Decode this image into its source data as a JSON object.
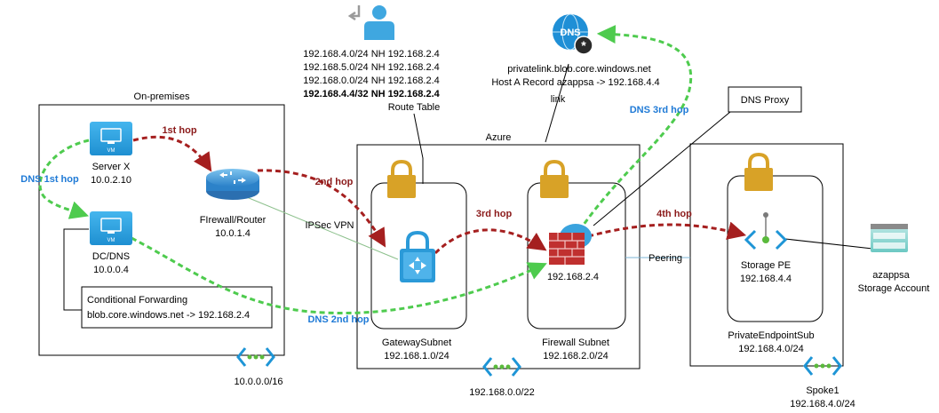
{
  "routes": {
    "r1": "192.168.4.0/24 NH 192.168.2.4",
    "r2": "192.168.5.0/24 NH 192.168.2.4",
    "r3": "192.168.0.0/24 NH 192.168.2.4",
    "r4": "192.168.4.4/32 NH 192.168.2.4",
    "caption": "Route Table"
  },
  "dns_zone": {
    "name": "privatelink.blob.core.windows.net",
    "record": "Host A Record azappsa -> 192.168.4.4",
    "link": "link",
    "icon_text": "DNS"
  },
  "dns_proxy": "DNS Proxy",
  "onprem": {
    "title": "On-premises",
    "server_name": "Server X",
    "server_ip": "10.0.2.10",
    "dc_name": "DC/DNS",
    "dc_ip": "10.0.0.4",
    "fw_name": "FIrewall/Router",
    "fw_ip": "10.0.1.4",
    "cf_title": "Conditional Forwarding",
    "cf_rule": "blob.core.windows.net -> 192.168.2.4",
    "vnet": "10.0.0.0/16",
    "vm_label": "VM"
  },
  "azure": {
    "title": "Azure",
    "gw_name": "GatewaySubnet",
    "gw_cidr": "192.168.1.0/24",
    "fw_name": "Firewall Subnet",
    "fw_cidr": "192.168.2.0/24",
    "fw_ip": "192.168.2.4",
    "vnet": "192.168.0.0/22"
  },
  "spoke": {
    "pe_name": "Storage PE",
    "pe_ip": "192.168.4.4",
    "subnet_name": "PrivateEndpointSub",
    "subnet_cidr": "192.168.4.0/24",
    "vnet_name": "Spoke1",
    "vnet_cidr": "192.168.4.0/24"
  },
  "storage": {
    "name": "azappsa",
    "type": "Storage Account"
  },
  "labels": {
    "ipsec": "IPSec VPN",
    "peering": "Peering"
  },
  "hops": {
    "h1": "1st hop",
    "h2": "2nd hop",
    "h3": "3rd hop",
    "h4": "4th hop",
    "d1": "DNS 1st hop",
    "d2": "DNS 2nd hop",
    "d3": "DNS 3rd hop"
  },
  "colors": {
    "traffic": "#a51f1f",
    "dns": "#5fd35f",
    "azure_blue": "#1f9ad6",
    "lock": "#d8a227",
    "firewall": "#c0302f"
  }
}
